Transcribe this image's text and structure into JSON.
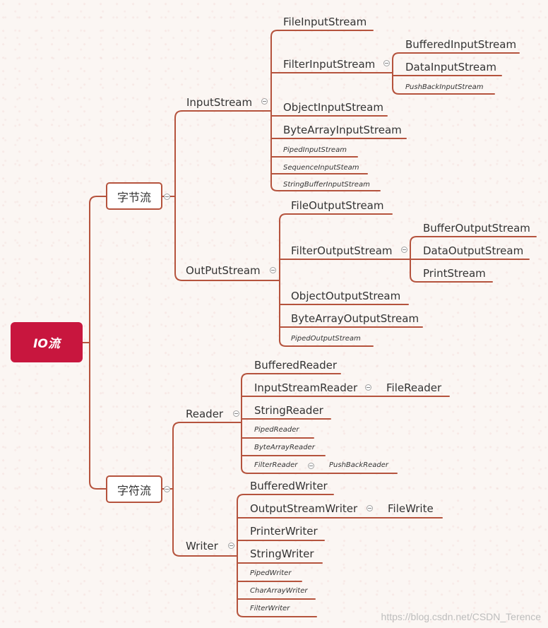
{
  "root": {
    "label": "IO流"
  },
  "byte_stream": {
    "label": "字节流",
    "input": {
      "label": "InputStream",
      "file": "FileInputStream",
      "filter": "FilterInputStream",
      "buffered": "BufferedInputStream",
      "data": "DataInputStream",
      "pushback": "PushBackInputStream",
      "object": "ObjectInputStream",
      "bytearray": "ByteArrayInputStream",
      "piped": "PipedInputStream",
      "sequence": "SequenceInputSteam",
      "stringbuffer": "StringBufferInputStream"
    },
    "output": {
      "label": "OutPutStream",
      "file": "FileOutputStream",
      "filter": "FilterOutputStream",
      "buffer": "BufferOutputStream",
      "data": "DataOutputStream",
      "print": "PrintStream",
      "object": "ObjectOutputStream",
      "bytearray": "ByteArrayOutputStream",
      "piped": "PipedOutputStream"
    }
  },
  "char_stream": {
    "label": "字符流",
    "reader": {
      "label": "Reader",
      "buffered": "BufferedReader",
      "inputstream": "InputStreamReader",
      "file": "FileReader",
      "string": "StringReader",
      "piped": "PipedReader",
      "bytearray": "ByteArrayReader",
      "filter": "FilterReader",
      "pushback": "PushBackReader"
    },
    "writer": {
      "label": "Writer",
      "buffered": "BufferedWriter",
      "outputstream": "OutputStreamWriter",
      "file": "FileWrite",
      "printer": "PrinterWriter",
      "string": "StringWriter",
      "piped": "PipedWriter",
      "chararray": "CharArrayWriter",
      "filter": "FilterWriter"
    }
  },
  "watermark": "https://blog.csdn.net/CSDN_Terence",
  "colors": {
    "root": "#c8163e",
    "line": "#b5533d",
    "text": "#333333"
  }
}
